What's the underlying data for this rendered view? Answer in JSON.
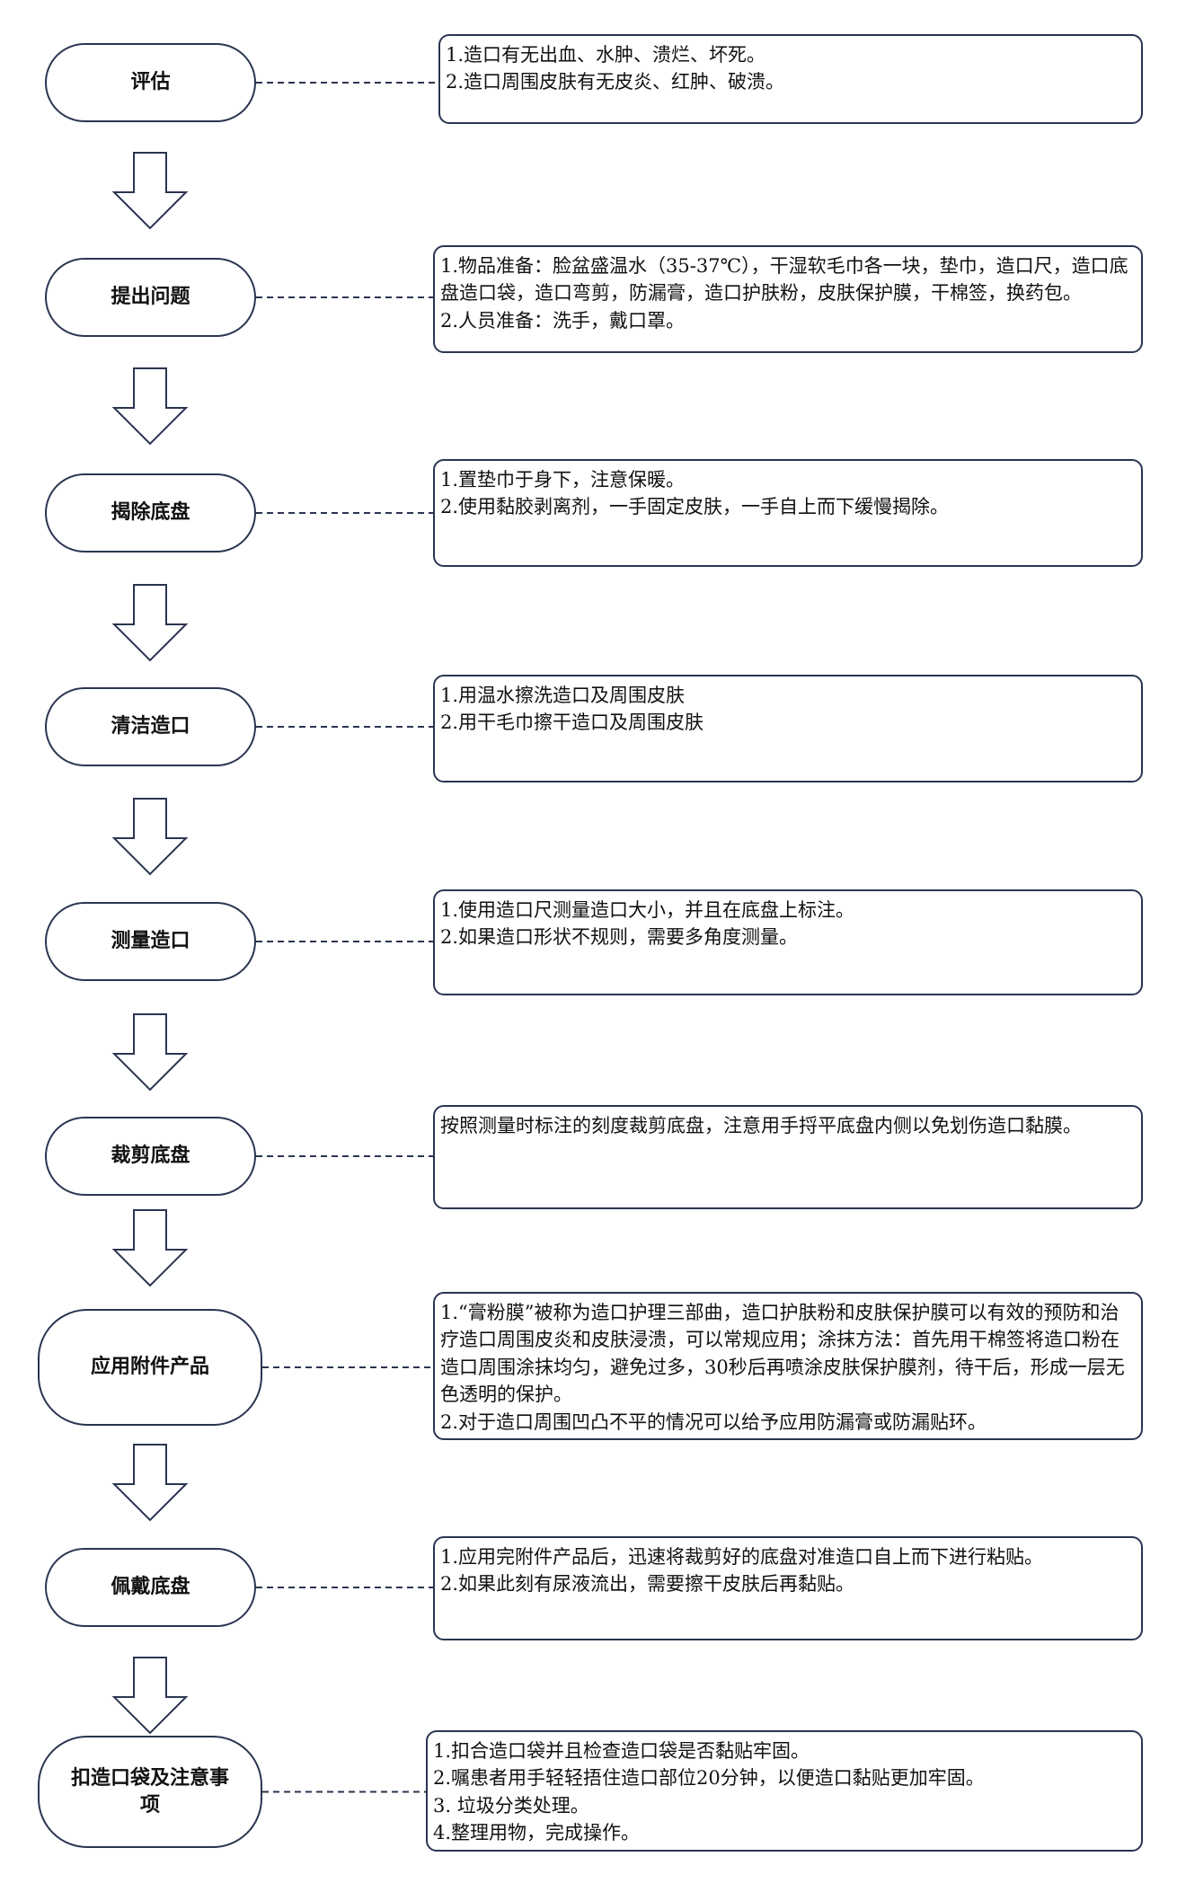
{
  "steps": [
    {
      "label": "评估",
      "lines": [
        "1.造口有无出血、水肿、溃烂、坏死。",
        "2.造口周围皮肤有无皮炎、红肿、破溃。"
      ]
    },
    {
      "label": "提出问题",
      "lines": [
        "1.物品准备：脸盆盛温水（35-37℃），干湿软毛巾各一块，垫巾，造口尺，造口底盘造口袋，造口弯剪，防漏膏，造口护肤粉，皮肤保护膜，干棉签，换药包。",
        "2.人员准备：洗手，戴口罩。"
      ]
    },
    {
      "label": "揭除底盘",
      "lines": [
        "1.置垫巾于身下，注意保暖。",
        "2.使用黏胶剥离剂，一手固定皮肤，一手自上而下缓慢揭除。"
      ]
    },
    {
      "label": "清洁造口",
      "lines": [
        "1.用温水擦洗造口及周围皮肤",
        "2.用干毛巾擦干造口及周围皮肤"
      ]
    },
    {
      "label": "测量造口",
      "lines": [
        "1.使用造口尺测量造口大小，并且在底盘上标注。",
        "2.如果造口形状不规则，需要多角度测量。"
      ]
    },
    {
      "label": "裁剪底盘",
      "lines": [
        "按照测量时标注的刻度裁剪底盘，注意用手捋平底盘内侧以免划伤造口黏膜。"
      ]
    },
    {
      "label": "应用附件产品",
      "lines": [
        "1.“膏粉膜”被称为造口护理三部曲，造口护肤粉和皮肤保护膜可以有效的预防和治疗造口周围皮炎和皮肤浸溃，可以常规应用；涂抹方法：首先用干棉签将造口粉在造口周围涂抹均匀，避免过多，30秒后再喷涂皮肤保护膜剂，待干后，形成一层无色透明的保护。",
        "2.对于造口周围凹凸不平的情况可以给予应用防漏膏或防漏贴环。"
      ]
    },
    {
      "label": "佩戴底盘",
      "lines": [
        "1.应用完附件产品后，迅速将裁剪好的底盘对准造口自上而下进行粘贴。",
        "2.如果此刻有尿液流出，需要擦干皮肤后再黏贴。"
      ]
    },
    {
      "label": "扣造口袋及注意事项",
      "lines": [
        "1.扣合造口袋并且检查造口袋是否黏贴牢固。",
        "2.嘱患者用手轻轻捂住造口部位20分钟，以便造口黏贴更加牢固。",
        "3. 垃圾分类处理。",
        "4.整理用物，完成操作。"
      ]
    }
  ]
}
